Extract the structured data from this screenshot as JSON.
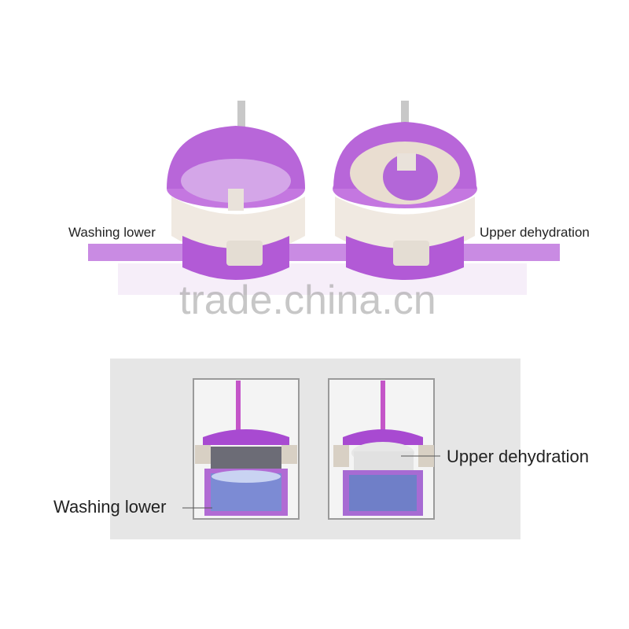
{
  "top": {
    "left_label": "Washing lower",
    "right_label": "Upper dehydration",
    "watermark": "trade.china.cn"
  },
  "bottom": {
    "left_label": "Washing lower",
    "right_label": "Upper dehydration"
  },
  "colors": {
    "bucket_purple": "#b25ad6",
    "bucket_cream": "#efe8df",
    "stripe_purple": "#c287df",
    "water_blue": "#6e78c8"
  }
}
